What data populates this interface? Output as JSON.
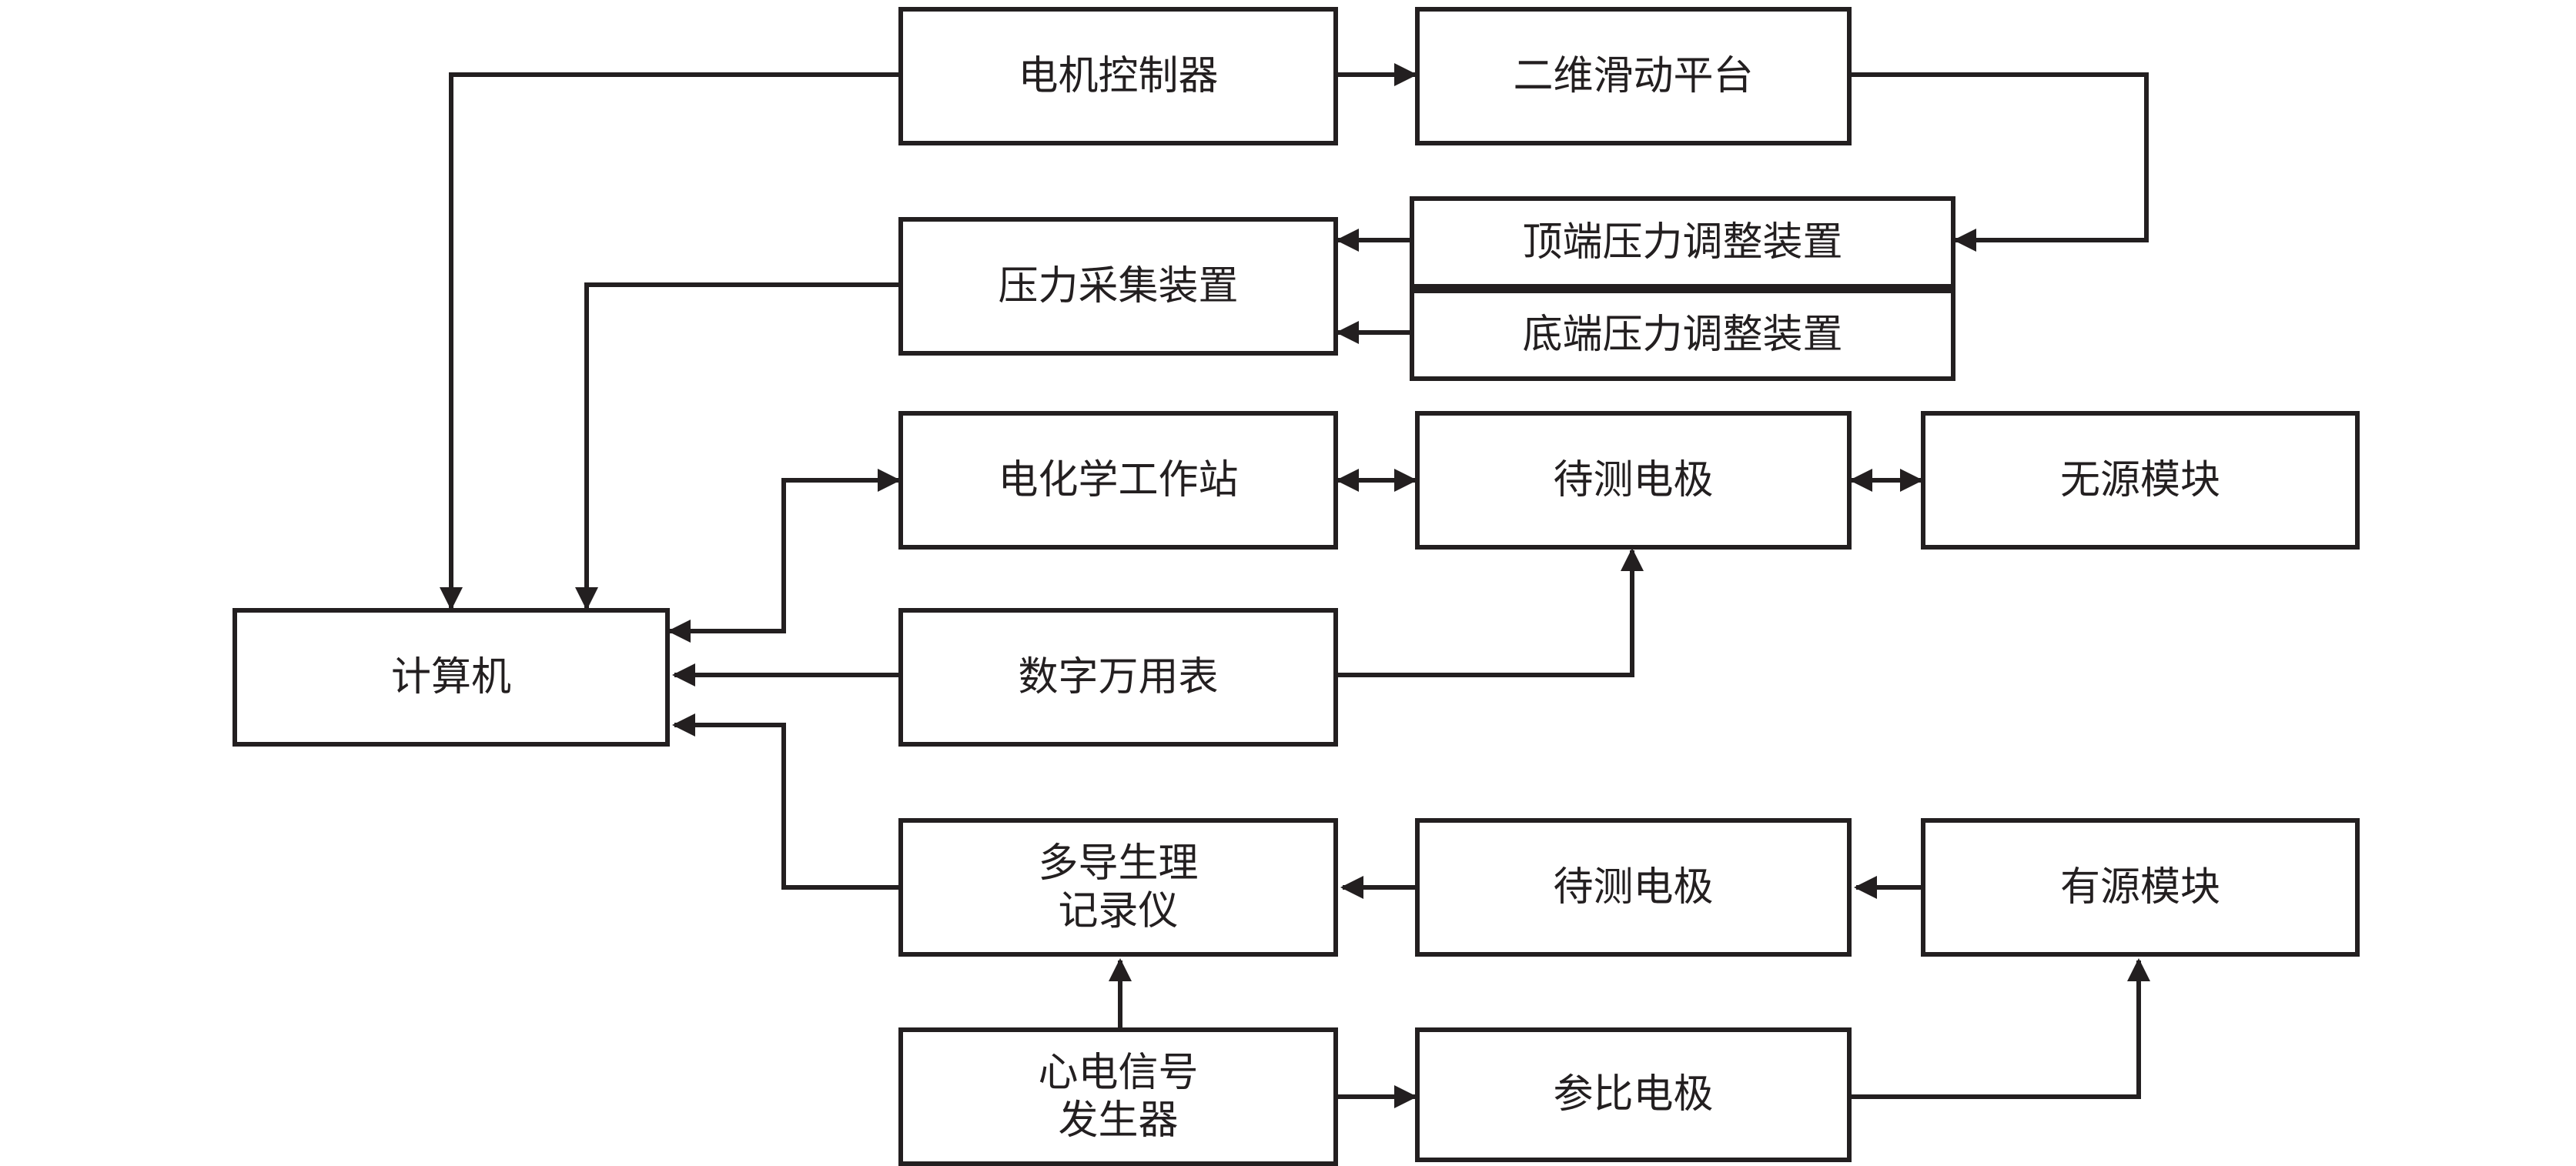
{
  "diagram": {
    "colors": {
      "stroke": "#231f20",
      "background": "#ffffff"
    },
    "nodes": {
      "computer": "计算机",
      "motor_controller": "电机控制器",
      "xy_stage": "二维滑动平台",
      "pressure_acquisition": "压力采集装置",
      "top_pressure_adjuster": "顶端压力调整装置",
      "bottom_pressure_adjuster": "底端压力调整装置",
      "electrochemical_workstation": "电化学工作站",
      "test_electrode_1": "待测电极",
      "passive_module": "无源模块",
      "digital_multimeter": "数字万用表",
      "polygraph_line1": "多导生理",
      "polygraph_line2": "记录仪",
      "test_electrode_2": "待测电极",
      "active_module": "有源模块",
      "ecg_generator_line1": "心电信号",
      "ecg_generator_line2": "发生器",
      "reference_electrode": "参比电极"
    }
  }
}
